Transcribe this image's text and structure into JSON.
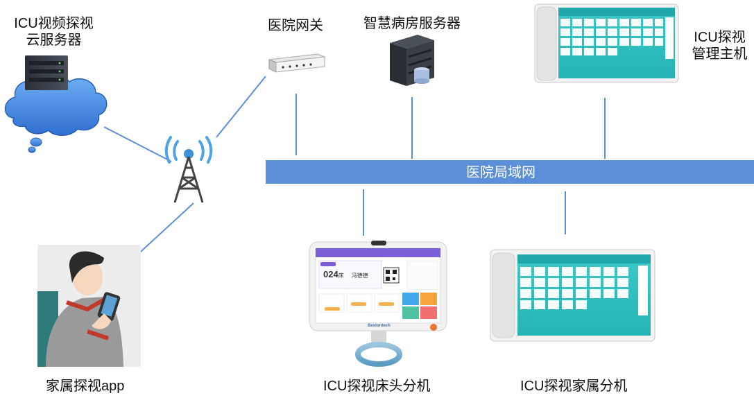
{
  "nodes": {
    "cloud_server": {
      "line1": "ICU视频探视",
      "line2": "云服务器"
    },
    "gateway": {
      "label": "医院网关"
    },
    "ward_server": {
      "label": "智慧病房服务器"
    },
    "host": {
      "line1": "ICU探视",
      "line2": "管理主机"
    },
    "lan": {
      "label": "医院局域网"
    },
    "family_app": {
      "label": "家属探视app"
    },
    "bedside": {
      "label": "ICU探视床头分机"
    },
    "family_terminal": {
      "label": "ICU探视家属分机"
    }
  },
  "bedside_screen": {
    "bed_number": "024",
    "bed_unit": "床",
    "patient_name": "冯德德",
    "brand": "Bestontech"
  },
  "colors": {
    "lan_bar": "#5b8fd9",
    "connector": "#5b8fd9",
    "screen_teal": "#2ec4c4",
    "bedside_purple": "#7b5fd6",
    "cloud_fill": "#4d8ee3"
  }
}
